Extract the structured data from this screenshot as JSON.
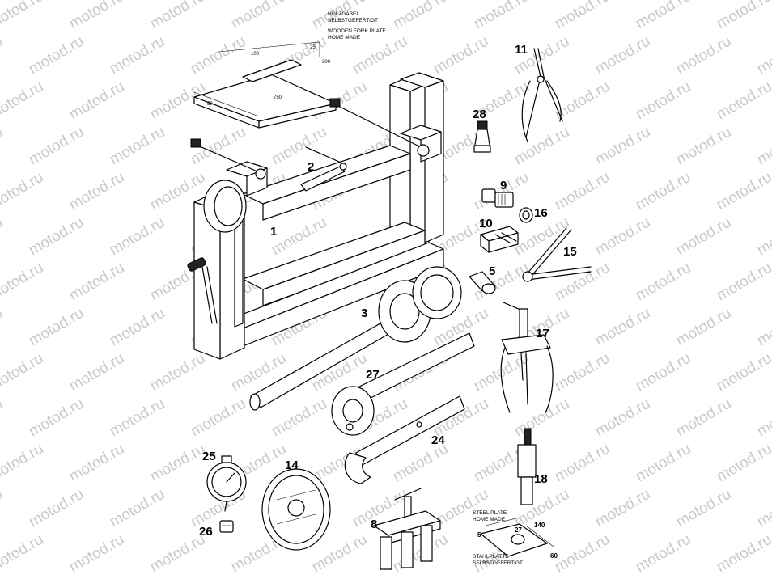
{
  "watermark": {
    "text": "motod.ru"
  },
  "notes": {
    "wooden_plate": [
      "HOLZGABEL",
      "SELBSTGEFERTIGT",
      "WOODEN FORK PLATE",
      "HOME MADE"
    ],
    "wooden_dims": [
      "100",
      "25",
      "50",
      "750",
      "200"
    ],
    "steel_plate_top": [
      "STEEL PLATE",
      "HOME MADE"
    ],
    "steel_plate_bottom": [
      "STAHLPLATTE",
      "SELBSTGEFERTIGT"
    ],
    "steel_dims": [
      "140",
      "27",
      "5",
      "60"
    ]
  },
  "callouts": [
    {
      "id": "1",
      "label": "1"
    },
    {
      "id": "2",
      "label": "2"
    },
    {
      "id": "3",
      "label": "3"
    },
    {
      "id": "5",
      "label": "5"
    },
    {
      "id": "8",
      "label": "8"
    },
    {
      "id": "9",
      "label": "9"
    },
    {
      "id": "10",
      "label": "10"
    },
    {
      "id": "11",
      "label": "11"
    },
    {
      "id": "14",
      "label": "14"
    },
    {
      "id": "15",
      "label": "15"
    },
    {
      "id": "16",
      "label": "16"
    },
    {
      "id": "17",
      "label": "17"
    },
    {
      "id": "18",
      "label": "18"
    },
    {
      "id": "24",
      "label": "24"
    },
    {
      "id": "25",
      "label": "25"
    },
    {
      "id": "26",
      "label": "26"
    },
    {
      "id": "27",
      "label": "27"
    },
    {
      "id": "28",
      "label": "28"
    }
  ]
}
